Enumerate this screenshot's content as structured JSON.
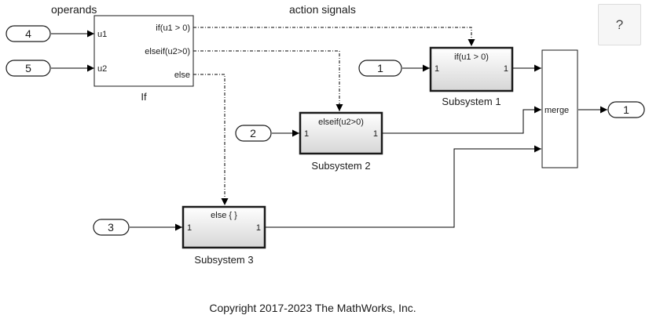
{
  "labels": {
    "operands": "operands",
    "action_signals": "action signals",
    "copyright": "Copyright 2017-2023 The MathWorks, Inc."
  },
  "help_button": {
    "label": "?"
  },
  "inports": [
    {
      "id": "in-4",
      "value": "4"
    },
    {
      "id": "in-5",
      "value": "5"
    },
    {
      "id": "in-1",
      "value": "1"
    },
    {
      "id": "in-2",
      "value": "2"
    },
    {
      "id": "in-3",
      "value": "3"
    }
  ],
  "outport": {
    "value": "1"
  },
  "if_block": {
    "name": "If",
    "inputs": [
      "u1",
      "u2"
    ],
    "outputs": [
      "if(u1 > 0)",
      "elseif(u2>0)",
      "else"
    ]
  },
  "subsystems": [
    {
      "name": "Subsystem 1",
      "action": "if(u1 > 0)",
      "in_port": "1",
      "out_port": "1"
    },
    {
      "name": "Subsystem 2",
      "action": "elseif(u2>0)",
      "in_port": "1",
      "out_port": "1"
    },
    {
      "name": "Subsystem 3",
      "action": "else { }",
      "in_port": "1",
      "out_port": "1"
    }
  ],
  "merge": {
    "label": "merge"
  },
  "colors": {
    "line": "#000000",
    "block_border": "#1a1a1a",
    "grad_top": "#ffffff",
    "grad_bottom": "#d9d9d9"
  }
}
